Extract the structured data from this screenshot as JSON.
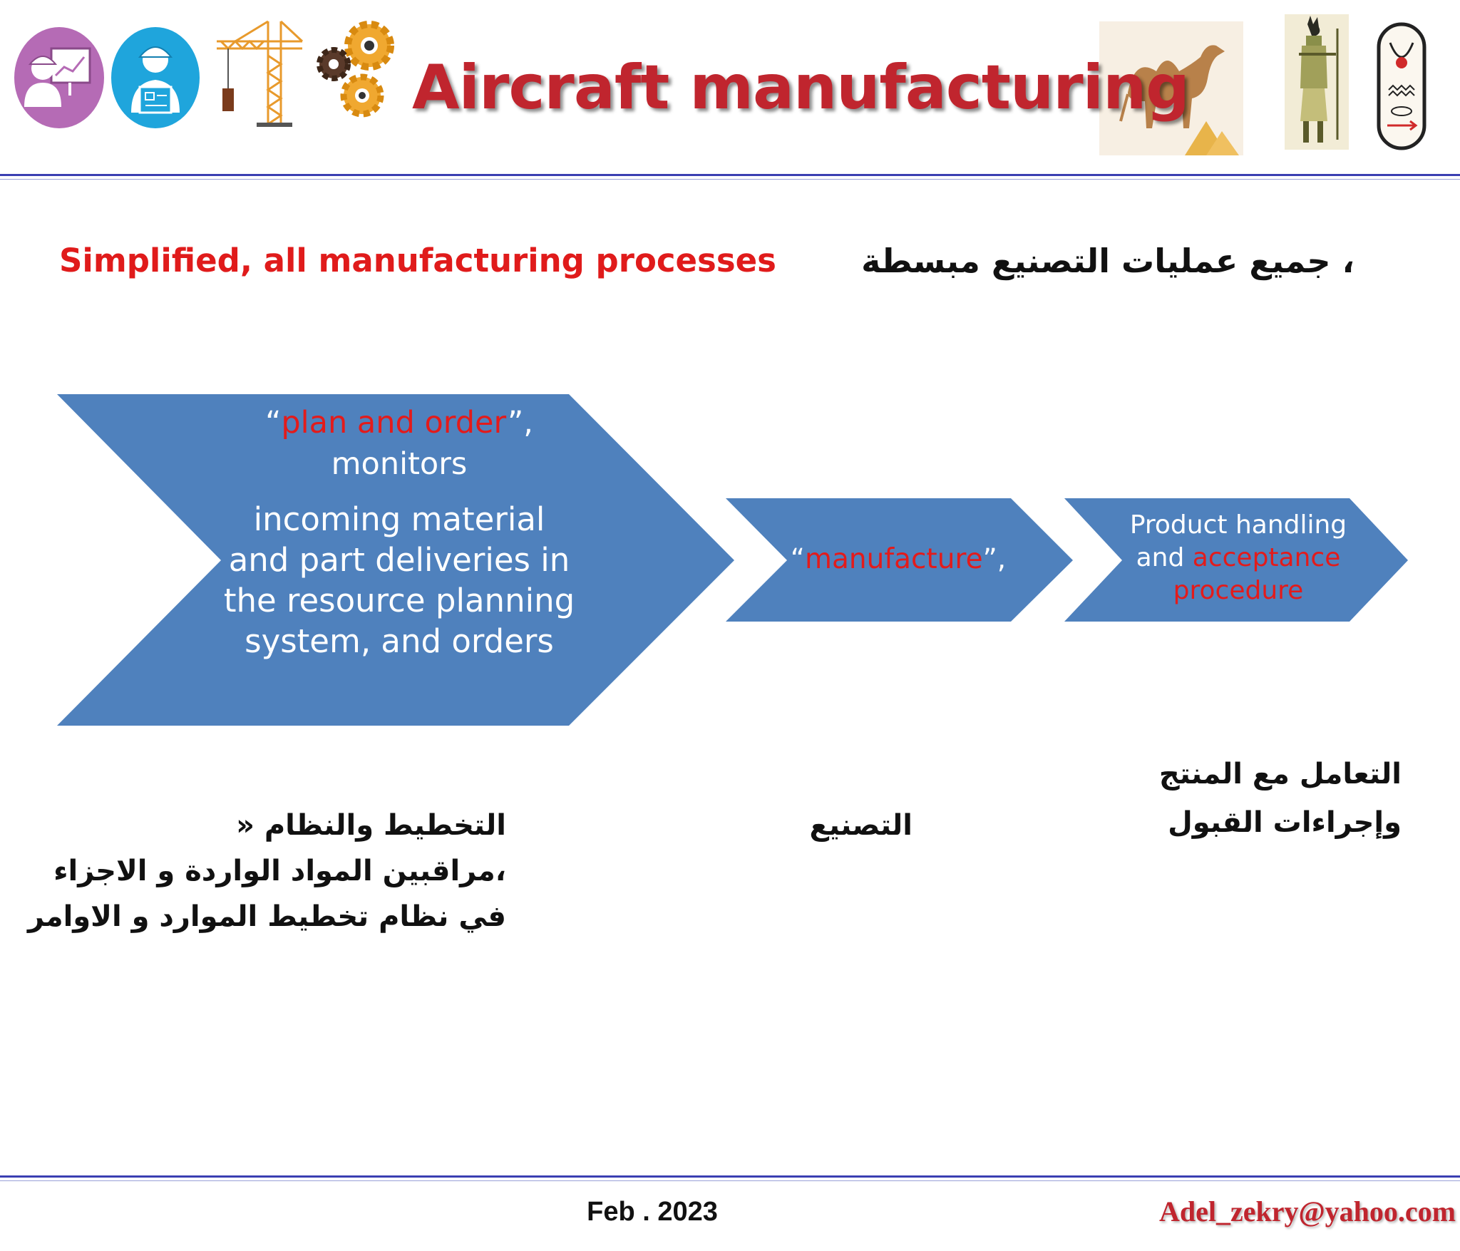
{
  "header": {
    "title": "Aircraft manufacturing",
    "left_icons": [
      "engineer-presentation-icon",
      "engineer-blueprint-icon",
      "tower-crane-icon",
      "gears-icon"
    ],
    "right_images": [
      "camel-pyramids-image",
      "anubis-image",
      "cartouche-image"
    ]
  },
  "subtitle": {
    "en": "Simplified, all manufacturing processes",
    "ar": "، جميع عمليات التصنيع مبسطة"
  },
  "process": [
    {
      "line1_open": "“",
      "line1_red": "plan and order",
      "line1_close": "”,",
      "line2": "monitors",
      "body": [
        "incoming material",
        "and part deliveries in",
        "the resource planning",
        "system, and orders"
      ],
      "arabic": [
        "التخطيط والنظام «",
        "،مراقبين المواد الواردة و الاجزاء",
        "في نظام تخطيط الموارد و الاوامر"
      ]
    },
    {
      "open": "“",
      "red": "manufacture",
      "close": "”,",
      "arabic": [
        "التصنيع"
      ]
    },
    {
      "line1": "Product handling",
      "line2_white": "and ",
      "line2_red": "acceptance",
      "line3_red": "procedure",
      "arabic": [
        "التعامل مع المنتج",
        "وإجراءات القبول"
      ]
    }
  ],
  "colors": {
    "chevron_fill": "#4f81bd",
    "title": "#c0252e",
    "accent_red": "#e31b1b",
    "rule": "#3b3fb2"
  },
  "footer": {
    "date": "Feb . 2023",
    "email": "Adel_zekry@yahoo.com"
  }
}
